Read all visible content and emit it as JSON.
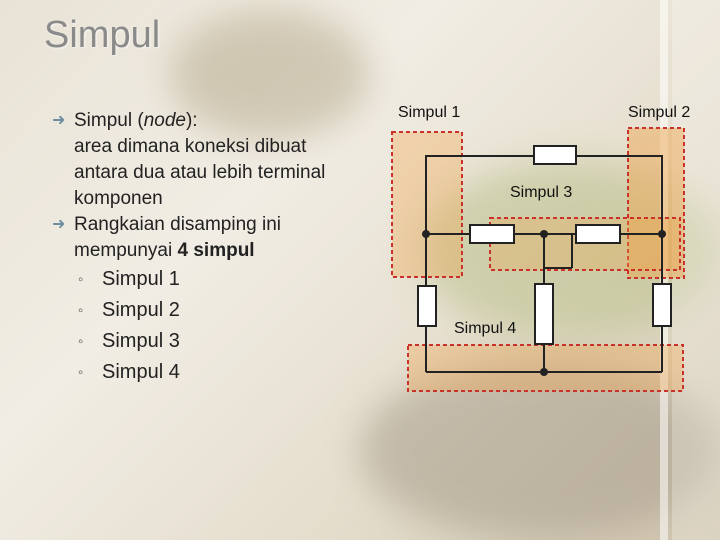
{
  "slide": {
    "title": "Simpul",
    "bullets": [
      {
        "term": "Simpul",
        "term_paren_open": " (",
        "term_italic": "node",
        "term_paren_close": "):",
        "text": "area dimana koneksi dibuat antara dua atau lebih terminal komponen"
      },
      {
        "text_before": "Rangkaian disamping ini mempunyai ",
        "text_bold": "4 simpul"
      }
    ],
    "sub_items": [
      "Simpul 1",
      "Simpul 2",
      "Simpul 3",
      "Simpul 4"
    ]
  },
  "diagram": {
    "labels": {
      "node1": "Simpul 1",
      "node2": "Simpul 2",
      "node3": "Simpul 3",
      "node4": "Simpul 4"
    },
    "colors": {
      "node_box_border": "#c9312a",
      "node_box_fill": "#f0a24a",
      "wire": "#222222",
      "resistor_fill": "#ffffff"
    }
  }
}
